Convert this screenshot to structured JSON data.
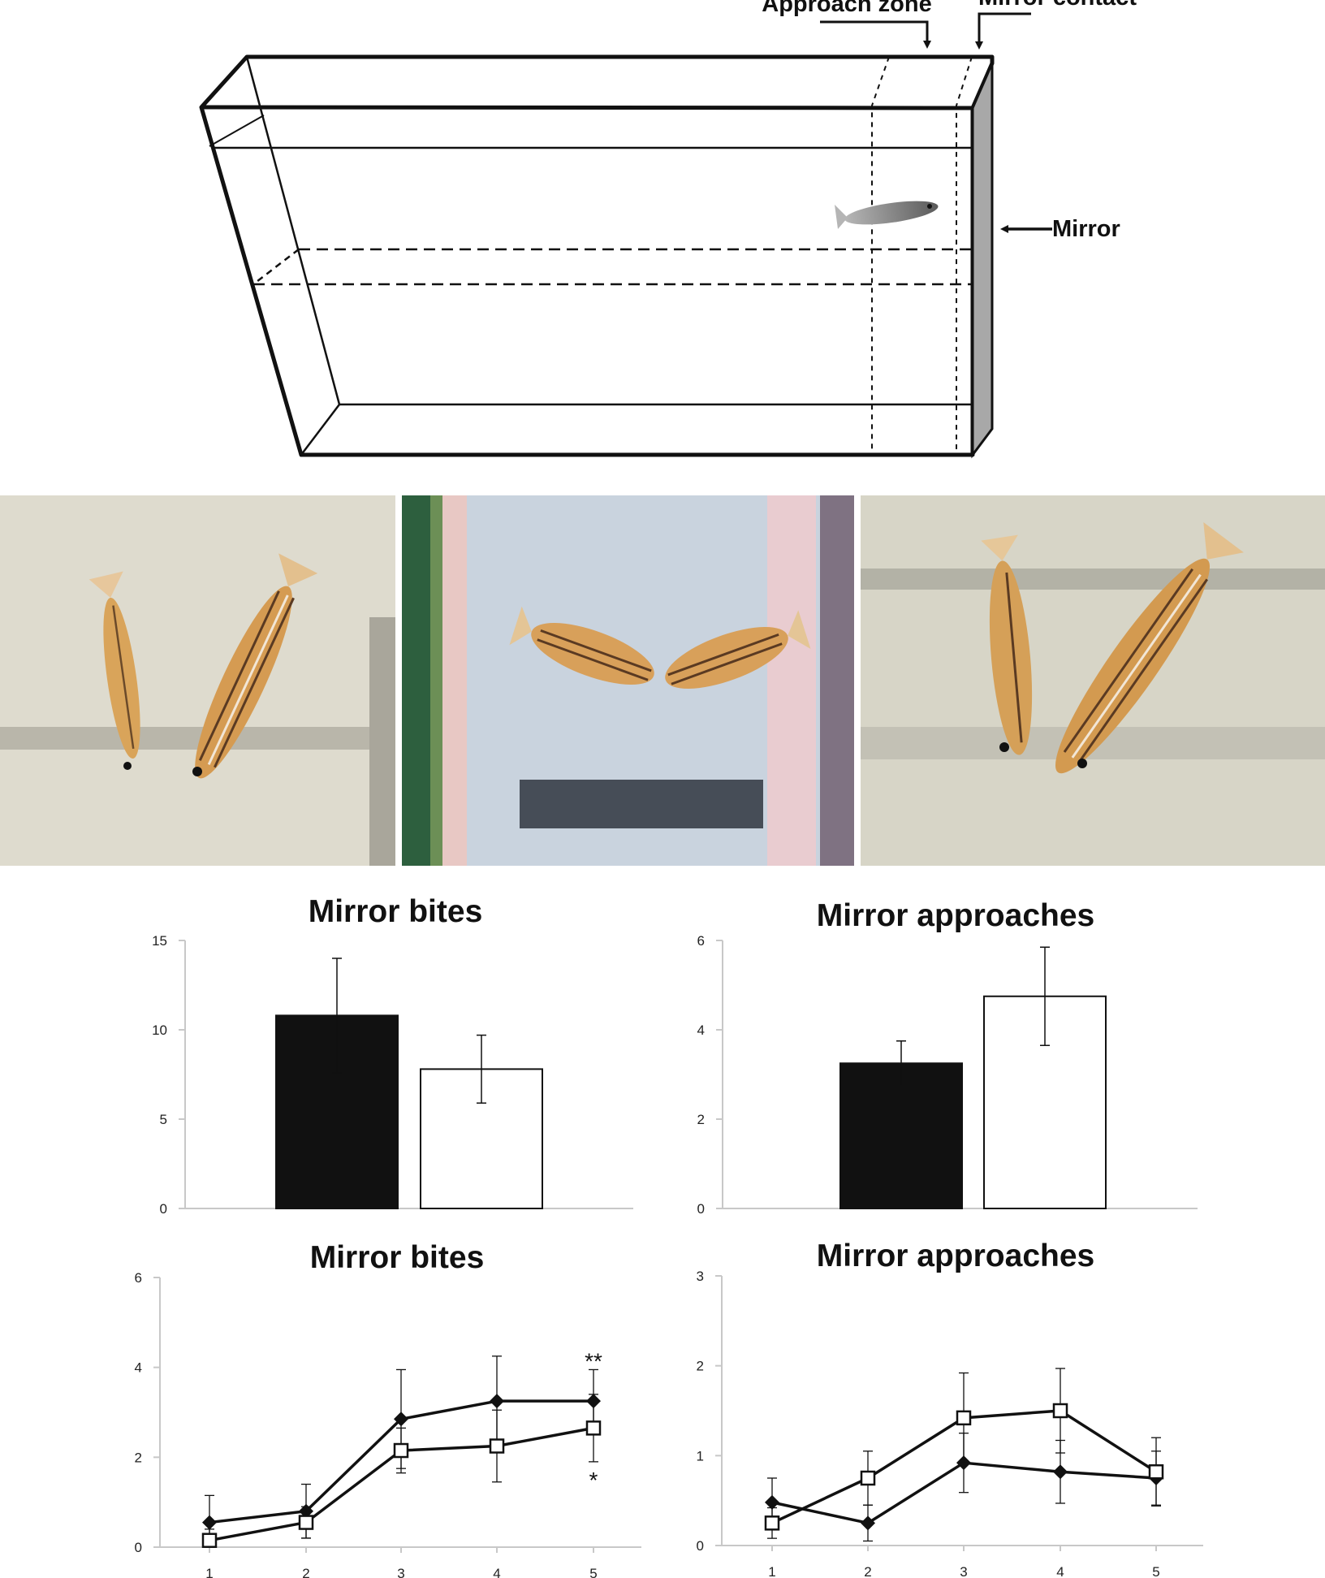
{
  "diagram": {
    "labels": {
      "approach_zone": "Approach zone",
      "mirror_contact": "Mirror contact",
      "mirror": "Mirror"
    },
    "colors": {
      "mirror_panel": "#a8a8a8",
      "photo_bg_left": "#d9d6c8",
      "photo_bg_middle": "#c9d3de",
      "photo_bg_right": "#d7d5c7",
      "fish_body": "#d9a45a"
    }
  },
  "chart_data": [
    {
      "type": "bar",
      "title": "Mirror bites",
      "categories": [
        "",
        ""
      ],
      "values": [
        10.8,
        7.8
      ],
      "errors": [
        3.2,
        1.9
      ],
      "fills": [
        "#111111",
        "#ffffff"
      ],
      "ylim": [
        0,
        15
      ],
      "yticks": [
        "0",
        "5",
        "10",
        "15"
      ]
    },
    {
      "type": "bar",
      "title": "Mirror approaches",
      "categories": [
        "",
        ""
      ],
      "values": [
        3.25,
        4.75
      ],
      "errors": [
        0.5,
        1.1
      ],
      "fills": [
        "#111111",
        "#ffffff"
      ],
      "ylim": [
        0,
        6
      ],
      "yticks": [
        "0",
        "2",
        "4",
        "6"
      ]
    },
    {
      "type": "line",
      "title": "Mirror bites",
      "x": [
        1,
        2,
        3,
        4,
        5
      ],
      "xticks": [
        "1",
        "2",
        "3",
        "4",
        "5"
      ],
      "ylim": [
        0,
        6
      ],
      "yticks": [
        "0",
        "2",
        "4",
        "6"
      ],
      "series": [
        {
          "marker": "diamond-filled",
          "values": [
            0.55,
            0.8,
            2.85,
            3.25,
            3.25
          ],
          "errors": [
            0.6,
            0.6,
            1.1,
            1.0,
            0.7
          ]
        },
        {
          "marker": "square-open",
          "values": [
            0.15,
            0.55,
            2.15,
            2.25,
            2.65
          ],
          "errors": [
            0.25,
            0.35,
            0.5,
            0.8,
            0.75
          ]
        }
      ],
      "annotations": [
        {
          "text": "**",
          "x": 5,
          "y": 4.15
        },
        {
          "text": "*",
          "x": 5,
          "y": 1.5
        }
      ]
    },
    {
      "type": "line",
      "title": "Mirror approaches",
      "x": [
        1,
        2,
        3,
        4,
        5
      ],
      "xticks": [
        "1",
        "2",
        "3",
        "4",
        "5"
      ],
      "ylim": [
        0,
        3
      ],
      "yticks": [
        "0",
        "1",
        "2",
        "3"
      ],
      "series": [
        {
          "marker": "diamond-filled",
          "values": [
            0.48,
            0.25,
            0.92,
            0.82,
            0.75
          ],
          "errors": [
            0.27,
            0.2,
            0.33,
            0.35,
            0.3
          ]
        },
        {
          "marker": "square-open",
          "values": [
            0.25,
            0.75,
            1.42,
            1.5,
            0.82
          ],
          "errors": [
            0.17,
            0.3,
            0.5,
            0.47,
            0.38
          ]
        }
      ]
    }
  ]
}
